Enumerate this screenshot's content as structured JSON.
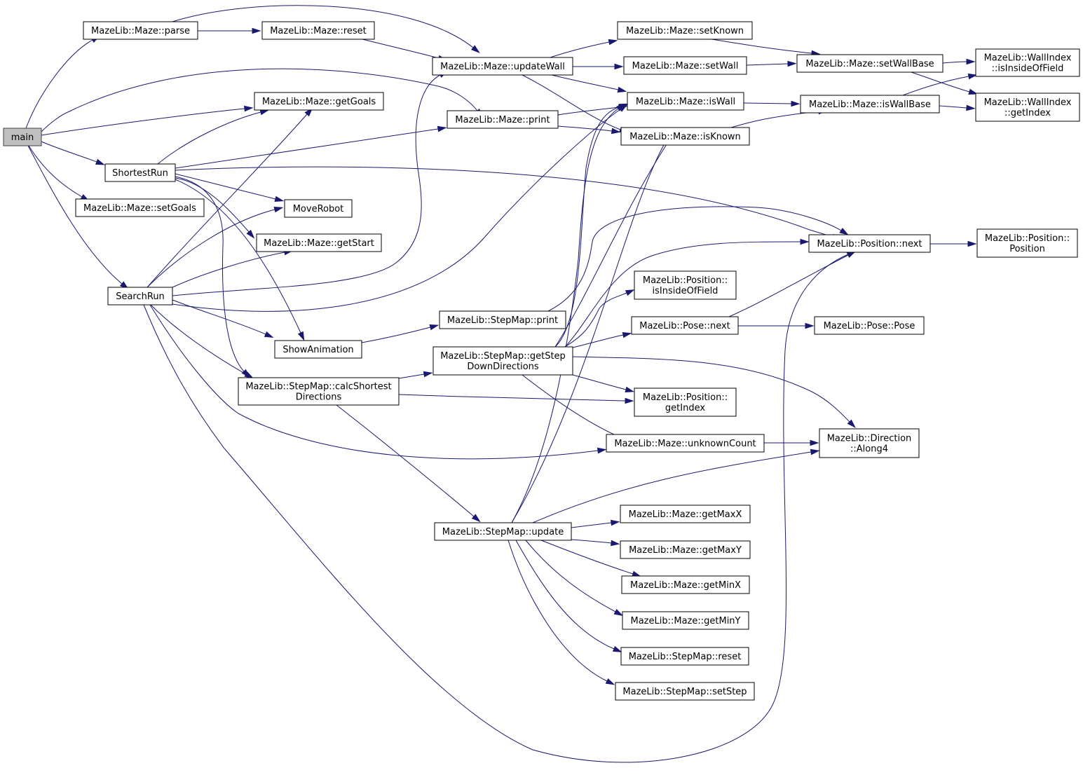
{
  "graph": {
    "edge_color": "#191970",
    "root_fill": "#bfbfbf",
    "nodes": [
      {
        "id": "main",
        "lines": [
          "main"
        ]
      },
      {
        "id": "parse",
        "lines": [
          "MazeLib::Maze::parse"
        ]
      },
      {
        "id": "maze_reset",
        "lines": [
          "MazeLib::Maze::reset"
        ]
      },
      {
        "id": "getGoals",
        "lines": [
          "MazeLib::Maze::getGoals"
        ]
      },
      {
        "id": "ShortestRun",
        "lines": [
          "ShortestRun"
        ]
      },
      {
        "id": "setGoals",
        "lines": [
          "MazeLib::Maze::setGoals"
        ]
      },
      {
        "id": "MoveRobot",
        "lines": [
          "MoveRobot"
        ]
      },
      {
        "id": "getStart",
        "lines": [
          "MazeLib::Maze::getStart"
        ]
      },
      {
        "id": "SearchRun",
        "lines": [
          "SearchRun"
        ]
      },
      {
        "id": "ShowAnimation",
        "lines": [
          "ShowAnimation"
        ]
      },
      {
        "id": "calcShortest",
        "lines": [
          "MazeLib::StepMap::calcShortest",
          "Directions"
        ]
      },
      {
        "id": "updateWall",
        "lines": [
          "MazeLib::Maze::updateWall"
        ]
      },
      {
        "id": "maze_print",
        "lines": [
          "MazeLib::Maze::print"
        ]
      },
      {
        "id": "stepmap_print",
        "lines": [
          "MazeLib::StepMap::print"
        ]
      },
      {
        "id": "getStepDown",
        "lines": [
          "MazeLib::StepMap::getStep",
          "DownDirections"
        ]
      },
      {
        "id": "stepmap_update",
        "lines": [
          "MazeLib::StepMap::update"
        ]
      },
      {
        "id": "setKnown",
        "lines": [
          "MazeLib::Maze::setKnown"
        ]
      },
      {
        "id": "setWall",
        "lines": [
          "MazeLib::Maze::setWall"
        ]
      },
      {
        "id": "isWall",
        "lines": [
          "MazeLib::Maze::isWall"
        ]
      },
      {
        "id": "isKnown",
        "lines": [
          "MazeLib::Maze::isKnown"
        ]
      },
      {
        "id": "pos_isInside",
        "lines": [
          "MazeLib::Position::",
          "isInsideOfField"
        ]
      },
      {
        "id": "pose_next",
        "lines": [
          "MazeLib::Pose::next"
        ]
      },
      {
        "id": "pos_getIndex",
        "lines": [
          "MazeLib::Position::",
          "getIndex"
        ]
      },
      {
        "id": "unknownCount",
        "lines": [
          "MazeLib::Maze::unknownCount"
        ]
      },
      {
        "id": "getMaxX",
        "lines": [
          "MazeLib::Maze::getMaxX"
        ]
      },
      {
        "id": "getMaxY",
        "lines": [
          "MazeLib::Maze::getMaxY"
        ]
      },
      {
        "id": "getMinX",
        "lines": [
          "MazeLib::Maze::getMinX"
        ]
      },
      {
        "id": "getMinY",
        "lines": [
          "MazeLib::Maze::getMinY"
        ]
      },
      {
        "id": "stepmap_reset",
        "lines": [
          "MazeLib::StepMap::reset"
        ]
      },
      {
        "id": "setStep",
        "lines": [
          "MazeLib::StepMap::setStep"
        ]
      },
      {
        "id": "setWallBase",
        "lines": [
          "MazeLib::Maze::setWallBase"
        ]
      },
      {
        "id": "isWallBase",
        "lines": [
          "MazeLib::Maze::isWallBase"
        ]
      },
      {
        "id": "pos_next",
        "lines": [
          "MazeLib::Position::next"
        ]
      },
      {
        "id": "pose_ctor",
        "lines": [
          "MazeLib::Pose::Pose"
        ]
      },
      {
        "id": "along4",
        "lines": [
          "MazeLib::Direction",
          "::Along4"
        ]
      },
      {
        "id": "wi_isInside",
        "lines": [
          "MazeLib::WallIndex",
          "::isInsideOfField"
        ]
      },
      {
        "id": "wi_getIndex",
        "lines": [
          "MazeLib::WallIndex",
          "::getIndex"
        ]
      },
      {
        "id": "pos_ctor",
        "lines": [
          "MazeLib::Position::",
          "Position"
        ]
      }
    ],
    "edges": [
      [
        "main",
        "parse"
      ],
      [
        "main",
        "getGoals"
      ],
      [
        "main",
        "ShortestRun"
      ],
      [
        "main",
        "setGoals"
      ],
      [
        "main",
        "SearchRun"
      ],
      [
        "main",
        "maze_print"
      ],
      [
        "parse",
        "maze_reset"
      ],
      [
        "parse",
        "updateWall"
      ],
      [
        "maze_reset",
        "updateWall"
      ],
      [
        "ShortestRun",
        "getGoals"
      ],
      [
        "ShortestRun",
        "MoveRobot"
      ],
      [
        "ShortestRun",
        "getStart"
      ],
      [
        "ShortestRun",
        "ShowAnimation"
      ],
      [
        "ShortestRun",
        "calcShortest"
      ],
      [
        "ShortestRun",
        "maze_print"
      ],
      [
        "ShortestRun",
        "pos_next"
      ],
      [
        "SearchRun",
        "getGoals"
      ],
      [
        "SearchRun",
        "MoveRobot"
      ],
      [
        "SearchRun",
        "getStart"
      ],
      [
        "SearchRun",
        "ShowAnimation"
      ],
      [
        "SearchRun",
        "calcShortest"
      ],
      [
        "SearchRun",
        "updateWall"
      ],
      [
        "SearchRun",
        "isWall"
      ],
      [
        "SearchRun",
        "unknownCount"
      ],
      [
        "SearchRun",
        "pos_next"
      ],
      [
        "ShowAnimation",
        "stepmap_print"
      ],
      [
        "stepmap_print",
        "pos_next"
      ],
      [
        "calcShortest",
        "getStepDown"
      ],
      [
        "calcShortest",
        "pos_getIndex"
      ],
      [
        "calcShortest",
        "stepmap_update"
      ],
      [
        "getStepDown",
        "isWall"
      ],
      [
        "getStepDown",
        "isKnown"
      ],
      [
        "getStepDown",
        "pos_next"
      ],
      [
        "getStepDown",
        "pos_isInside"
      ],
      [
        "getStepDown",
        "pose_next"
      ],
      [
        "getStepDown",
        "pos_getIndex"
      ],
      [
        "getStepDown",
        "unknownCount"
      ],
      [
        "getStepDown",
        "along4"
      ],
      [
        "stepmap_update",
        "isWall"
      ],
      [
        "stepmap_update",
        "isKnown"
      ],
      [
        "stepmap_update",
        "along4"
      ],
      [
        "stepmap_update",
        "getMaxX"
      ],
      [
        "stepmap_update",
        "getMaxY"
      ],
      [
        "stepmap_update",
        "getMinX"
      ],
      [
        "stepmap_update",
        "getMinY"
      ],
      [
        "stepmap_update",
        "stepmap_reset"
      ],
      [
        "stepmap_update",
        "setStep"
      ],
      [
        "updateWall",
        "setKnown"
      ],
      [
        "updateWall",
        "setWall"
      ],
      [
        "updateWall",
        "isWall"
      ],
      [
        "updateWall",
        "isKnown"
      ],
      [
        "maze_print",
        "isWall"
      ],
      [
        "maze_print",
        "isKnown"
      ],
      [
        "setKnown",
        "setWallBase"
      ],
      [
        "setWall",
        "setWallBase"
      ],
      [
        "isWall",
        "isWallBase"
      ],
      [
        "isKnown",
        "isWallBase"
      ],
      [
        "setWallBase",
        "wi_isInside"
      ],
      [
        "setWallBase",
        "wi_getIndex"
      ],
      [
        "isWallBase",
        "wi_isInside"
      ],
      [
        "isWallBase",
        "wi_getIndex"
      ],
      [
        "pose_next",
        "pos_next"
      ],
      [
        "pose_next",
        "pose_ctor"
      ],
      [
        "pos_next",
        "pos_ctor"
      ],
      [
        "unknownCount",
        "along4"
      ]
    ]
  }
}
